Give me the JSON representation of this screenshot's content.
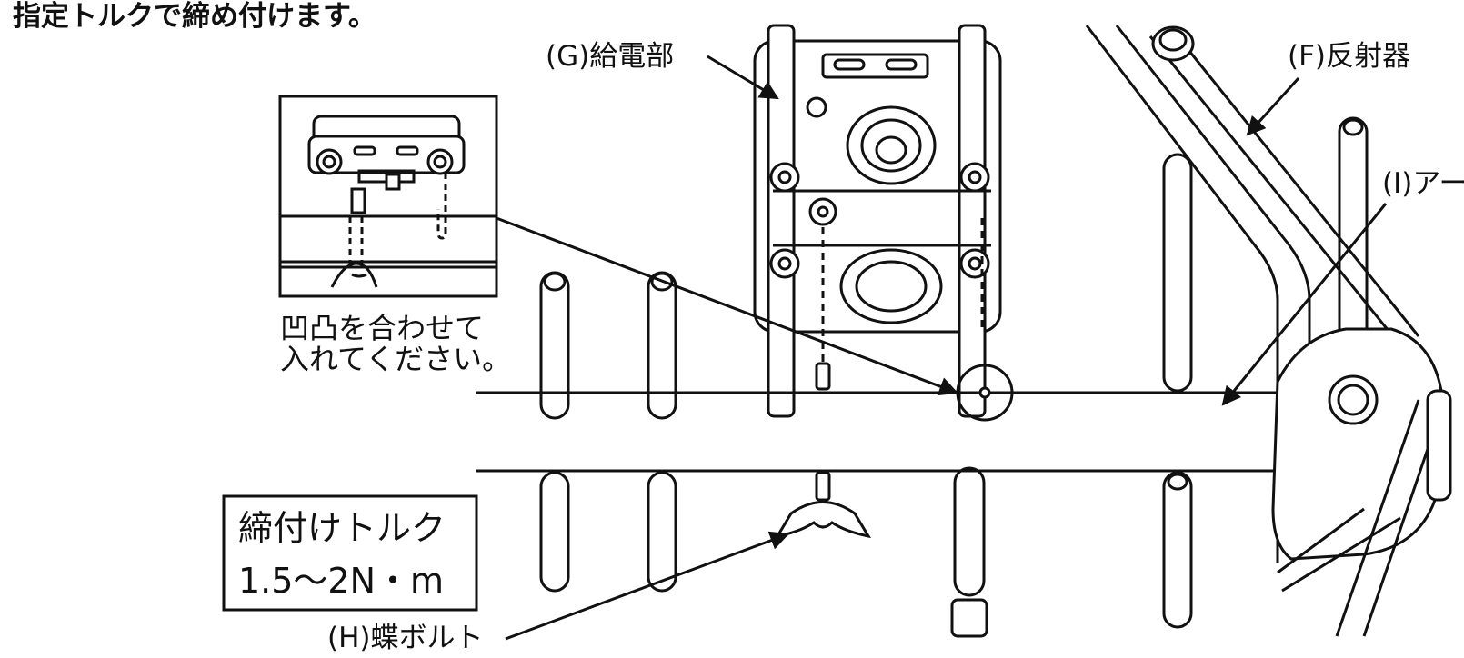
{
  "instruction": {
    "text": "指定トルクで締め付けます。"
  },
  "labels": {
    "feed_part": "(G)給電部",
    "reflector": "(F)反射器",
    "arm": "(I)アー",
    "wing_bolt": "(H)蝶ボルト"
  },
  "inset_note": {
    "line1": "凹凸を合わせて",
    "line2": "入れてください。"
  },
  "torque_box": {
    "line1": "締付けトルク",
    "line2": "1.5〜2N・m"
  },
  "colors": {
    "ink": "#111111",
    "paper": "#ffffff"
  }
}
